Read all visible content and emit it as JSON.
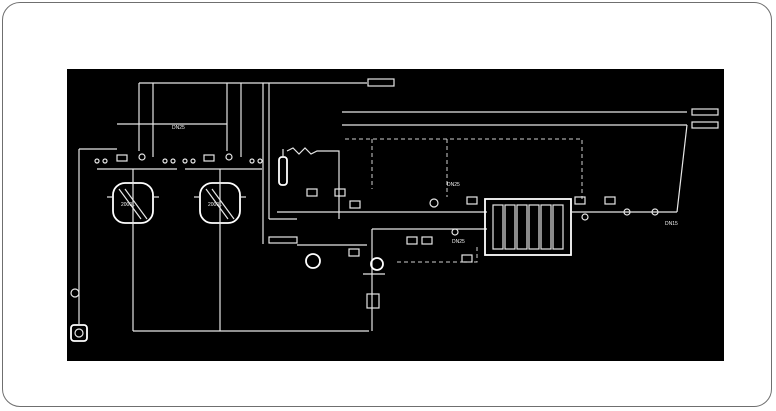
{
  "diagram": {
    "type": "process-flow-diagram",
    "background": "#000000",
    "line_color": "#e6e6e6",
    "frame_border": "#6f6f6f",
    "reactor_labels": [
      "2000L",
      "2000L"
    ],
    "small_text": [
      "DN25",
      "DN25",
      "DN25",
      "DN15"
    ]
  }
}
